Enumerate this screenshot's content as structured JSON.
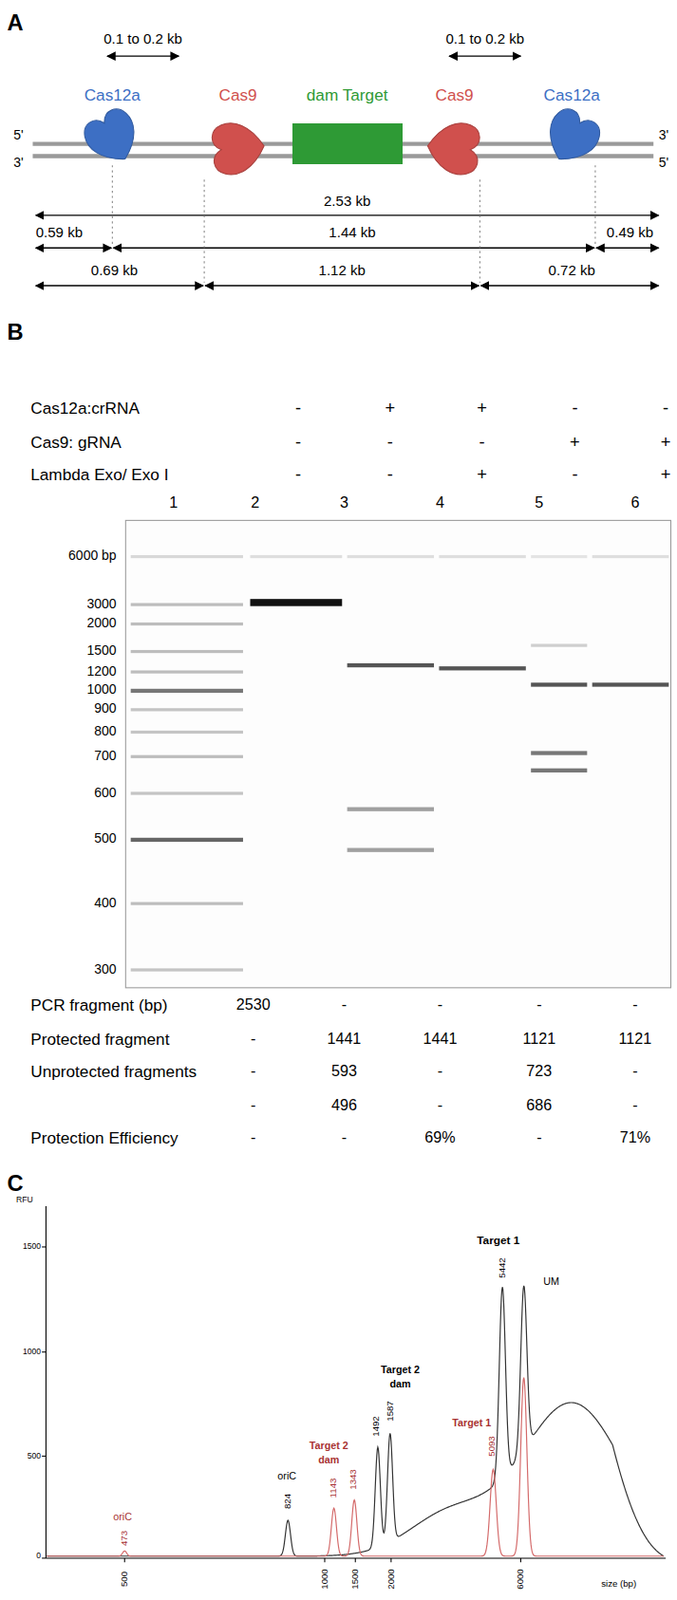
{
  "diagram": {
    "nodes": [
      {
        "text": [
          "Cas12a"
        ]
      },
      {
        "text": [
          "Cas9"
        ]
      },
      {
        "text": [
          "dam Target"
        ]
      },
      {
        "text": [
          "Cas9"
        ]
      },
      {
        "text": [
          "Cas12a"
        ]
      }
    ],
    "labels": [
      "A",
      "0.1 to 0.2 kb",
      "0.1 to 0.2 kb",
      "5'",
      "3'",
      "3'",
      "5'",
      "2.53 kb",
      "0.59 kb",
      "1.44 kb",
      "0.49 kb",
      "0.69 kb",
      "1.12 kb",
      "0.72 kb",
      "B",
      "Cas12a:crRNA",
      "Cas9: gRNA",
      "Lambda Exo/ Exo I",
      "-",
      "+",
      "+",
      "-",
      "-",
      "-",
      "-",
      "-",
      "+",
      "+",
      "-",
      "-",
      "+",
      "-",
      "+",
      "1",
      "2",
      "3",
      "4",
      "5",
      "6",
      "6000 bp",
      "3000",
      "2000",
      "1500",
      "1200",
      "1000",
      "900",
      "800",
      "700",
      "600",
      "500",
      "400",
      "300",
      "PCR fragment (bp)",
      "2530",
      "-",
      "-",
      "-",
      "-",
      "Protected fragment",
      "-",
      "1441",
      "1441",
      "1121",
      "1121",
      "Unprotected fragments",
      "-",
      "593",
      "-",
      "723",
      "-",
      "-",
      "496",
      "-",
      "686",
      "-",
      "Protection Efficiency",
      "-",
      "-",
      "69%",
      "-",
      "71%",
      "C",
      "RFU",
      "1500",
      "1000",
      "500",
      "0",
      "500",
      "1000",
      "1500",
      "2000",
      "6000",
      "size (bp)",
      "oriC",
      "473",
      "oriC",
      "824",
      "Target 2",
      "dam",
      "1143",
      "1343",
      "Target 2",
      "dam",
      "1492",
      "1587",
      "Target 1",
      "5442",
      "UM",
      "Target 1",
      "5093"
    ]
  }
}
